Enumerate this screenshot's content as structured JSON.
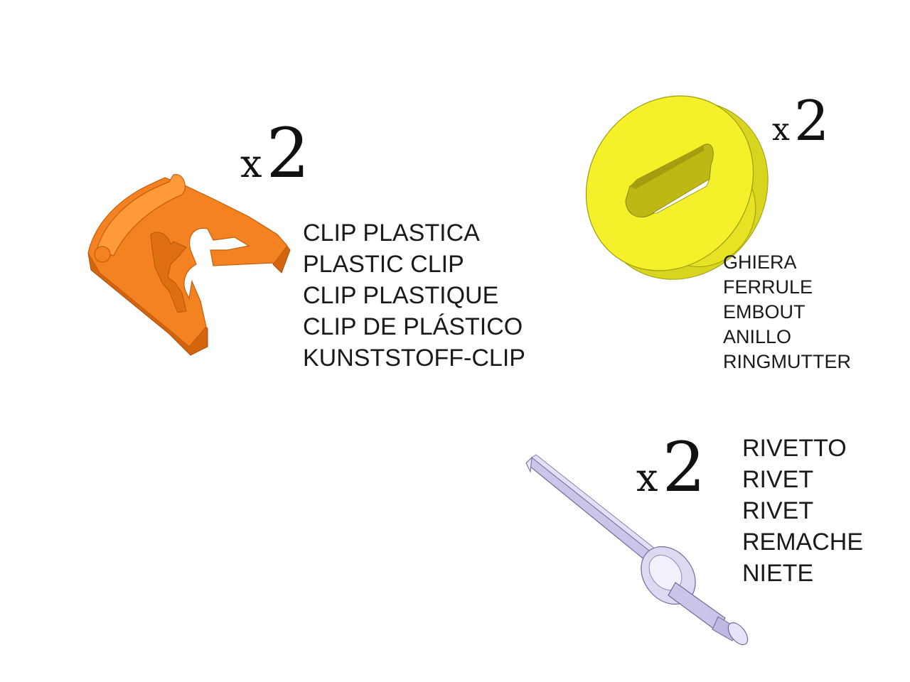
{
  "parts": {
    "plastic_clip": {
      "icon": "plastic-clip-icon",
      "color": "#f58220",
      "quantity_prefix": "x",
      "quantity": "2",
      "labels": [
        "CLIP PLASTICA",
        "PLASTIC CLIP",
        "CLIP PLASTIQUE",
        "CLIP DE PLÁSTICO",
        "KUNSTSTOFF-CLIP"
      ]
    },
    "ferrule": {
      "icon": "ferrule-icon",
      "color": "#f4f12a",
      "quantity_prefix": "x",
      "quantity": "2",
      "labels": [
        "GHIERA",
        "FERRULE",
        "EMBOUT",
        "ANILLO",
        "RINGMUTTER"
      ]
    },
    "rivet": {
      "icon": "rivet-icon",
      "color": "#c9c6ea",
      "quantity_prefix": "x",
      "quantity": "2",
      "labels": [
        "RIVETTO",
        "RIVET",
        "RIVET",
        "REMACHE",
        "NIETE"
      ]
    }
  }
}
